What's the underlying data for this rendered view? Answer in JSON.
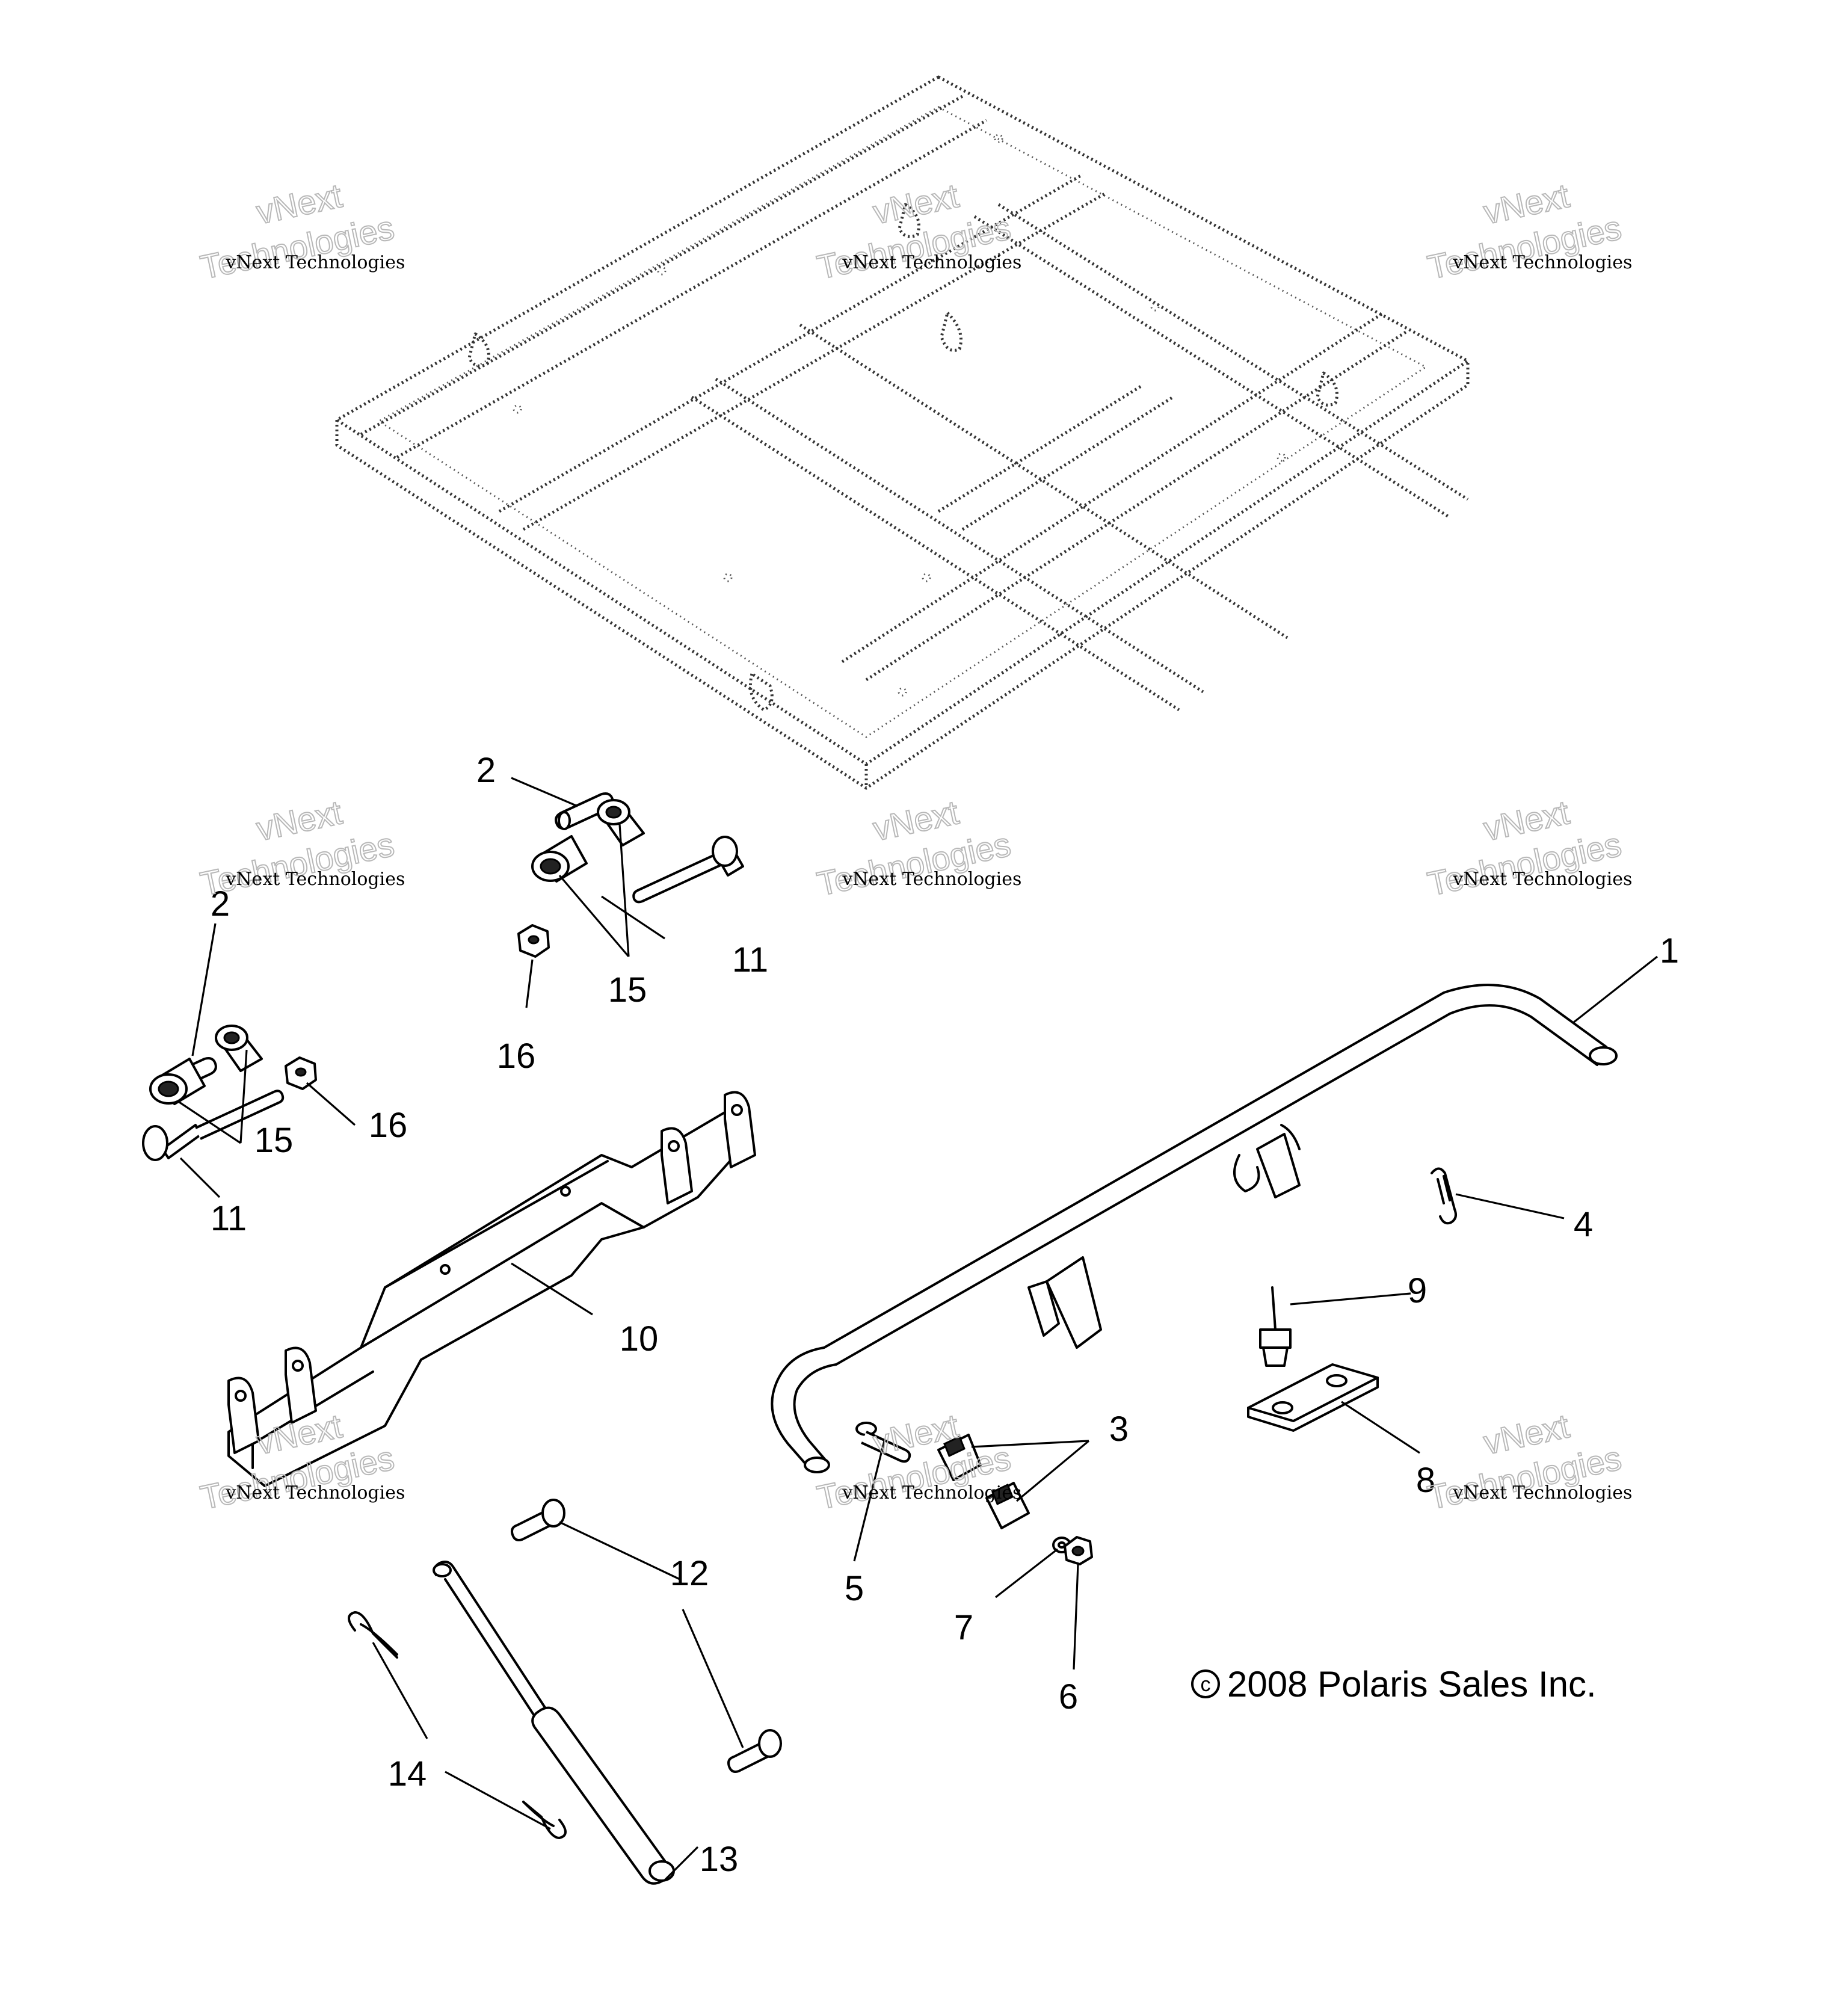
{
  "callouts": [
    {
      "id": "1",
      "text": "1"
    },
    {
      "id": "2a",
      "text": "2"
    },
    {
      "id": "2b",
      "text": "2"
    },
    {
      "id": "3",
      "text": "3"
    },
    {
      "id": "4",
      "text": "4"
    },
    {
      "id": "5",
      "text": "5"
    },
    {
      "id": "6",
      "text": "6"
    },
    {
      "id": "7",
      "text": "7"
    },
    {
      "id": "8",
      "text": "8"
    },
    {
      "id": "9",
      "text": "9"
    },
    {
      "id": "10",
      "text": "10"
    },
    {
      "id": "11a",
      "text": "11"
    },
    {
      "id": "11b",
      "text": "11"
    },
    {
      "id": "12",
      "text": "12"
    },
    {
      "id": "13",
      "text": "13"
    },
    {
      "id": "14",
      "text": "14"
    },
    {
      "id": "15a",
      "text": "15"
    },
    {
      "id": "15b",
      "text": "15"
    },
    {
      "id": "16a",
      "text": "16"
    },
    {
      "id": "16b",
      "text": "16"
    }
  ],
  "copyright": {
    "symbol": "c",
    "text": "2008 Polaris Sales Inc."
  },
  "watermark": {
    "top": "vNext Technologies",
    "big_line1": "vNext",
    "big_line2": "Technologies"
  }
}
